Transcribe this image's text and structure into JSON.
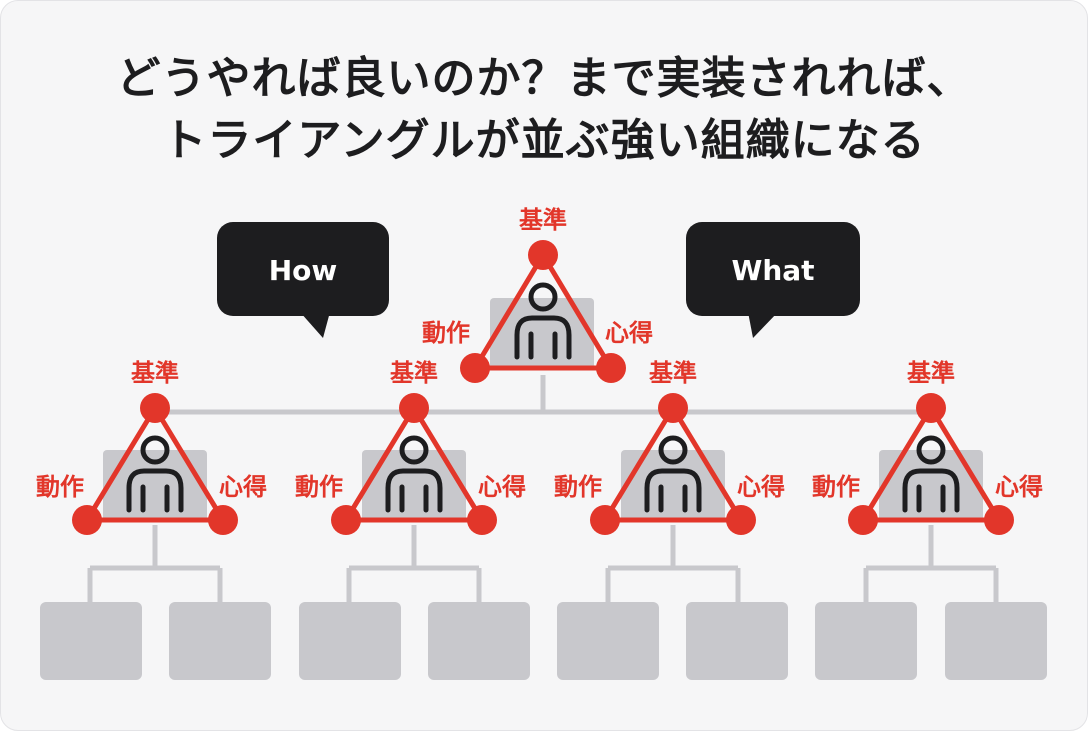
{
  "title": {
    "line1": "どうやれば良いのか？まで実装されれば、",
    "line2": "トライアングルが並ぶ強い組織になる"
  },
  "bubbles": {
    "how": "How",
    "what": "What"
  },
  "triangle_labels": {
    "top": "基準",
    "left": "動作",
    "right": "心得"
  },
  "colors": {
    "accent": "#e2362a",
    "box": "#c8c8cc",
    "bubble": "#1d1d1f",
    "line": "#c8c8cc"
  }
}
